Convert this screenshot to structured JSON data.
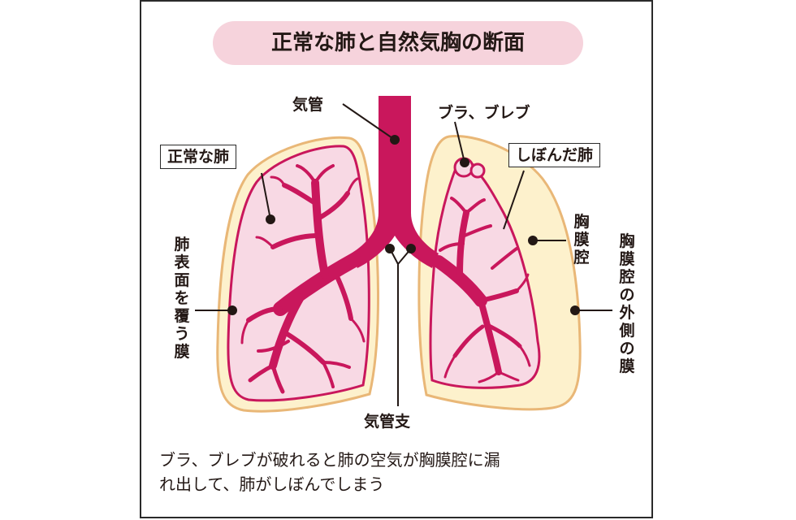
{
  "title": "正常な肺と自然気胸の断面",
  "labels": {
    "trachea": "気管",
    "bulla_bleb": "ブラ、ブレブ",
    "normal_lung": "正常な肺",
    "collapsed_lung": "しぼんだ肺",
    "pleural_cavity": "胸膜腔",
    "visceral_pleura": "肺表面を覆う膜",
    "parietal_pleura": "胸膜腔の外側の膜",
    "bronchi": "気管支"
  },
  "caption": {
    "line1": "ブラ、ブレブが破れると肺の空気が胸膜腔に漏",
    "line2": "れ出して、肺がしぼんでしまう"
  },
  "colors": {
    "title_bg": "#f6d3dc",
    "pleura_fill": "#fdf1cc",
    "pleura_stroke": "#e9b777",
    "lung_fill": "#f8d9e4",
    "airway": "#c9175c",
    "text": "#231815"
  }
}
